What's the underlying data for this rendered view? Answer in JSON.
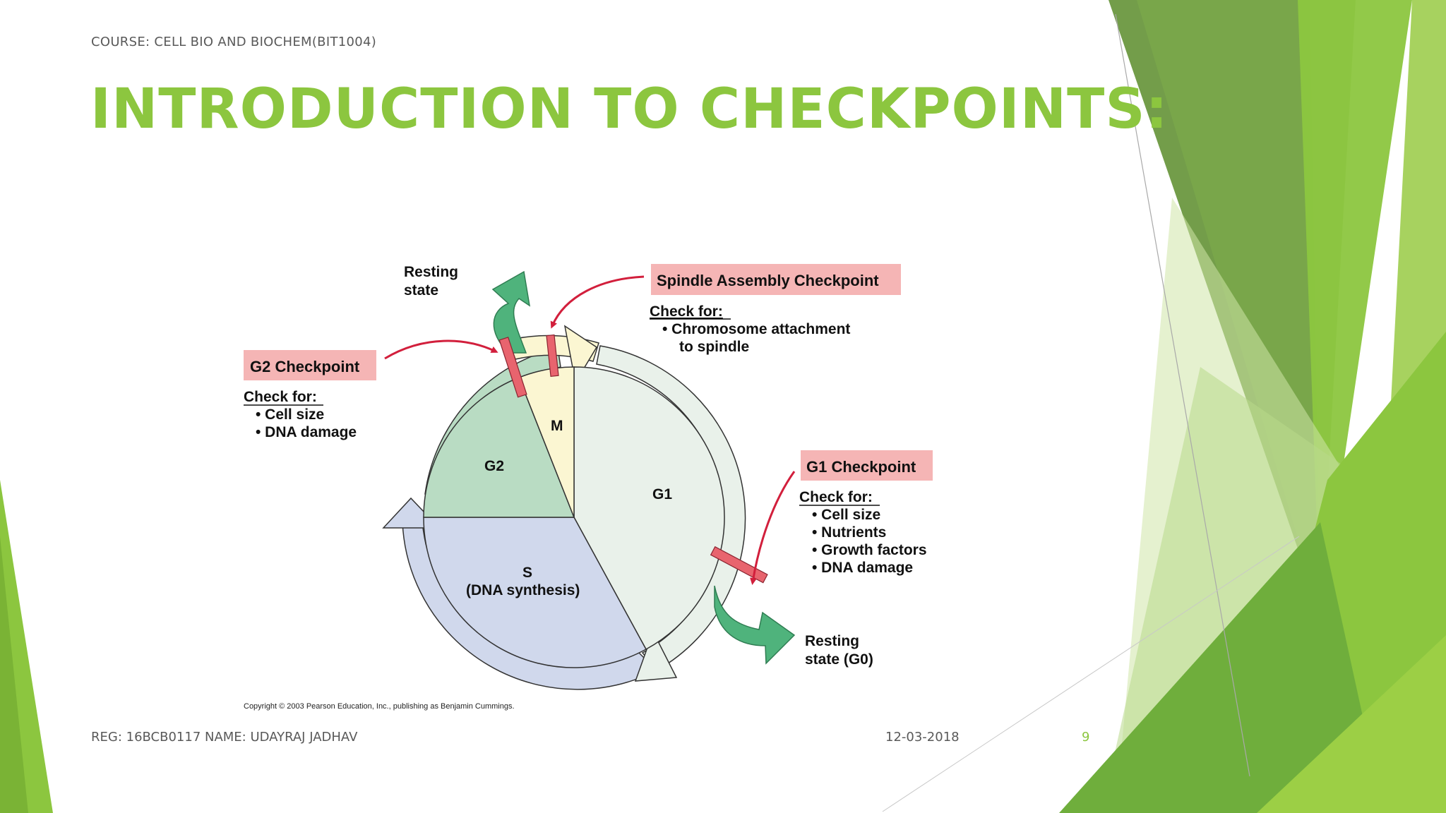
{
  "header": {
    "course": "COURSE: CELL BIO AND BIOCHEM(BIT1004)",
    "title": "INTRODUCTION TO CHECKPOINTS:"
  },
  "footer": {
    "left": "REG: 16BCB0117 NAME: UDAYRAJ JADHAV",
    "date": "12-03-2018",
    "page": "9"
  },
  "diagram": {
    "phases": {
      "m": "M",
      "g2": "G2",
      "g1": "G1",
      "s_line1": "S",
      "s_line2": "(DNA synthesis)"
    },
    "resting_top": {
      "line1": "Resting",
      "line2": "state"
    },
    "resting_g0": {
      "line1": "Resting",
      "line2": "state (G0)"
    },
    "spindle": {
      "title": "Spindle Assembly Checkpoint",
      "check_for": "Check for:",
      "item1_line1": "• Chromosome attachment",
      "item1_line2": "to spindle"
    },
    "g2_checkpoint": {
      "title": "G2 Checkpoint",
      "check_for": "Check for:",
      "items": [
        "• Cell size",
        "• DNA damage"
      ]
    },
    "g1_checkpoint": {
      "title": "G1 Checkpoint",
      "check_for": "Check for:",
      "items": [
        "• Cell size",
        "• Nutrients",
        "• Growth factors",
        "• DNA damage"
      ]
    },
    "copyright": "Copyright © 2003 Pearson Education, Inc., publishing as Benjamin Cummings."
  },
  "colors": {
    "accent_green": "#8cc63f",
    "g1_fill": "#e9f1ea",
    "g2_fill": "#b9dcc3",
    "m_fill": "#fbf6d2",
    "s_fill": "#d0d8ec",
    "checkpoint_label_bg": "#f5b5b5",
    "checkpoint_bar": "#e8646e",
    "pointer_arrow": "#d21f3c",
    "resting_arrow": "#4fb37c"
  }
}
